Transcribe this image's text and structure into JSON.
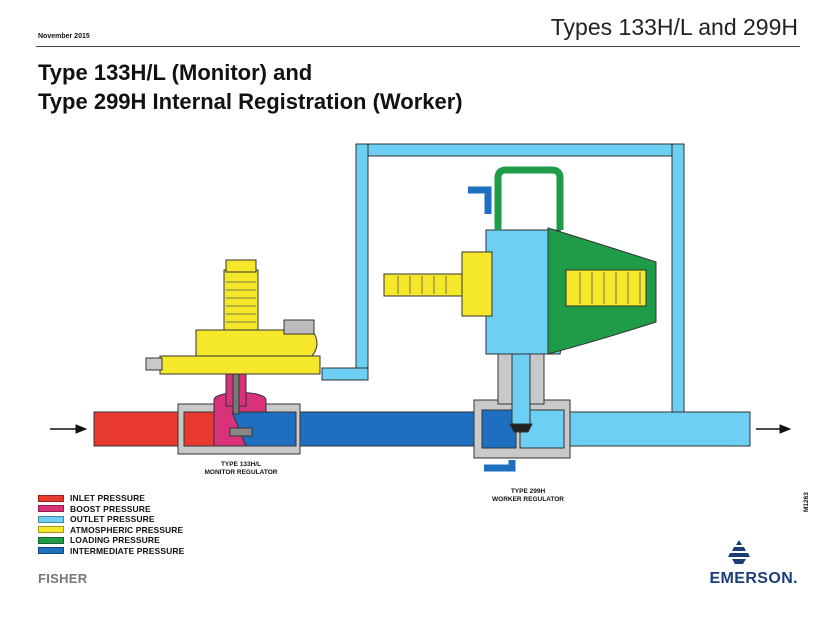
{
  "header": {
    "date": "November 2015",
    "doc_title": "Types 133H/L and 299H"
  },
  "headline": {
    "line1": "Type 133H/L (Monitor) and",
    "line2": "Type 299H Internal Registration (Worker)"
  },
  "diagram": {
    "monitor_label_line1": "TYPE 133H/L",
    "monitor_label_line2": "MONITOR REGULATOR",
    "worker_label_line1": "TYPE 299H",
    "worker_label_line2": "WORKER REGULATOR",
    "figure_id": "M1263"
  },
  "legend": [
    {
      "label": "INLET PRESSURE",
      "color": "#e8392e"
    },
    {
      "label": "BOOST PRESSURE",
      "color": "#d9327a"
    },
    {
      "label": "OUTLET PRESSURE",
      "color": "#6ccff3"
    },
    {
      "label": "ATMOSPHERIC PRESSURE",
      "color": "#f5e72a"
    },
    {
      "label": "LOADING PRESSURE",
      "color": "#1e9c48"
    },
    {
      "label": "INTERMEDIATE PRESSURE",
      "color": "#1f6fc0"
    }
  ],
  "footer": {
    "left_brand": "FISHER",
    "right_brand": "EMERSON."
  }
}
